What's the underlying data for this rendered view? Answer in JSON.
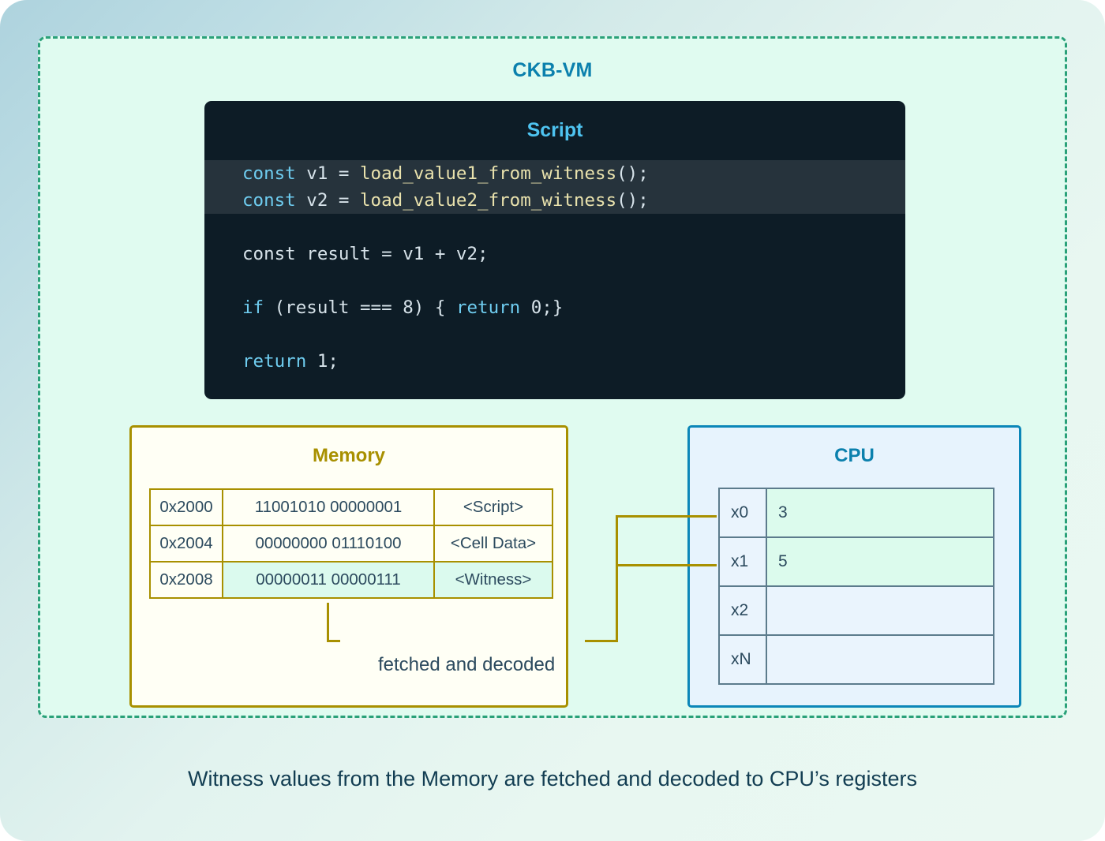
{
  "vm": {
    "title": "CKB-VM"
  },
  "script": {
    "title": "Script",
    "lines": [
      {
        "highlight": true,
        "tokens": [
          {
            "t": "const ",
            "c": "kw"
          },
          {
            "t": "v1 = ",
            "c": "plain"
          },
          {
            "t": "load_value1_from_witness",
            "c": "fn"
          },
          {
            "t": "();",
            "c": "plain"
          }
        ]
      },
      {
        "highlight": true,
        "tokens": [
          {
            "t": "const ",
            "c": "kw"
          },
          {
            "t": "v2 = ",
            "c": "plain"
          },
          {
            "t": "load_value2_from_witness",
            "c": "fn"
          },
          {
            "t": "();",
            "c": "plain"
          }
        ]
      },
      {
        "highlight": false,
        "tokens": []
      },
      {
        "highlight": false,
        "tokens": [
          {
            "t": "const result = v1 + v2;",
            "c": "plain"
          }
        ]
      },
      {
        "highlight": false,
        "tokens": []
      },
      {
        "highlight": false,
        "tokens": [
          {
            "t": "if ",
            "c": "kw"
          },
          {
            "t": "(result === 8) { ",
            "c": "plain"
          },
          {
            "t": "return ",
            "c": "kw"
          },
          {
            "t": "0;}",
            "c": "plain"
          }
        ]
      },
      {
        "highlight": false,
        "tokens": []
      },
      {
        "highlight": false,
        "tokens": [
          {
            "t": "return ",
            "c": "kw"
          },
          {
            "t": "1;",
            "c": "plain"
          }
        ]
      }
    ],
    "plain_text": [
      "const v1 = load_value1_from_witness();",
      "const v2 = load_value2_from_witness();",
      "",
      "const result = v1 + v2;",
      "",
      "if (result === 8) { return 0;}",
      "",
      "return 1;"
    ]
  },
  "memory": {
    "title": "Memory",
    "rows": [
      {
        "address": "0x2000",
        "bits": "11001010 00000001",
        "label": "<Script>",
        "highlight": false
      },
      {
        "address": "0x2004",
        "bits": "00000000 01110100",
        "label": "<Cell Data>",
        "highlight": false
      },
      {
        "address": "0x2008",
        "bits": "00000011 00000111",
        "label": "<Witness>",
        "highlight": true
      }
    ]
  },
  "cpu": {
    "title": "CPU",
    "registers": [
      {
        "name": "x0",
        "value": "3",
        "highlight": true
      },
      {
        "name": "x1",
        "value": "5",
        "highlight": true
      },
      {
        "name": "x2",
        "value": "",
        "highlight": false
      },
      {
        "name": "xN",
        "value": "",
        "highlight": false
      }
    ]
  },
  "connector": {
    "label": "fetched and decoded"
  },
  "caption": {
    "text": "Witness values from the Memory are fetched and decoded to CPU’s registers"
  },
  "colors": {
    "vm_border": "#2aa179",
    "vm_background": "#e0fbf0",
    "vm_title": "#0b80ad",
    "script_background": "#0d1c26",
    "script_title": "#4ec3f0",
    "code_highlight_band": "#26333c",
    "code_keyword": "#6fcdf0",
    "code_function": "#e9e2ad",
    "code_plain": "#d7e3ea",
    "memory_border": "#a89000",
    "memory_background": "#fffff5",
    "memory_title": "#a89000",
    "cpu_border": "#0b86b8",
    "cpu_background": "#e7f3fd",
    "cpu_title": "#0b80ad",
    "highlight_mint": "#dbfaee",
    "connector": "#a89000",
    "text_dark": "#2c4a5e",
    "caption": "#123d52",
    "page_gradient_start": "#aed3de",
    "page_gradient_end": "#eaf8f2"
  }
}
